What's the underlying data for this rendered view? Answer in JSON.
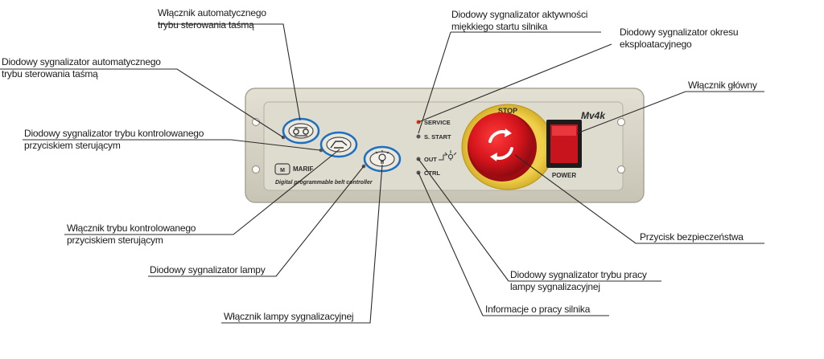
{
  "callouts": {
    "auto_switch": {
      "line1": "Włącznik automatycznego",
      "line2": "trybu sterowania taśmą"
    },
    "auto_led": {
      "line1": "Diodowy sygnalizator automatycznego",
      "line2": "trybu sterowania taśmą"
    },
    "button_mode_led": {
      "line1": "Diodowy sygnalizator trybu kontrolowanego",
      "line2": "przyciskiem sterującym"
    },
    "button_mode_switch": {
      "line1": "Włącznik trybu kontrolowanego",
      "line2": "przyciskiem sterującym"
    },
    "lamp_led": {
      "line1": "Diodowy sygnalizator lampy"
    },
    "lamp_switch": {
      "line1": "Włącznik lampy sygnalizacyjnej"
    },
    "soft_start_led": {
      "line1": "Diodowy sygnalizator aktywności",
      "line2": "miękkiego startu silnika"
    },
    "service_led": {
      "line1": "Diodowy sygnalizator okresu",
      "line2": "eksploatacyjnego"
    },
    "main_switch": {
      "line1": "Włącznik główny"
    },
    "emergency_button": {
      "line1": "Przycisk bezpieczeństwa"
    },
    "lamp_mode_led": {
      "line1": "Diodowy sygnalizator trybu pracy",
      "line2": "lampy sygnalizacyjnej"
    },
    "motor_info": {
      "line1": "Informacje o pracy silnika"
    }
  },
  "panel": {
    "model": "Mv4k",
    "led_service": "SERVICE",
    "led_sstart": "S. START",
    "led_out": "OUT",
    "led_ctrl": "CTRL",
    "stop_text": "STOP",
    "power_label": "POWER",
    "brand": "MARIF",
    "caption": "Digital programmable belt controller"
  },
  "colors": {
    "panel_outer": "#cfcbbd",
    "panel_inner": "#dcd9cc",
    "accent_ring": "#1f6fc0",
    "stop_red": "#d4141c",
    "stop_yellow": "#e8c531",
    "power_red": "#c8141c",
    "led_red": "#d83a1a"
  },
  "icons": [
    "belt-icon",
    "hand-icon",
    "lamp-icon",
    "power-rocker-icon",
    "stop-arrows-icon",
    "brand-logo-icon"
  ]
}
